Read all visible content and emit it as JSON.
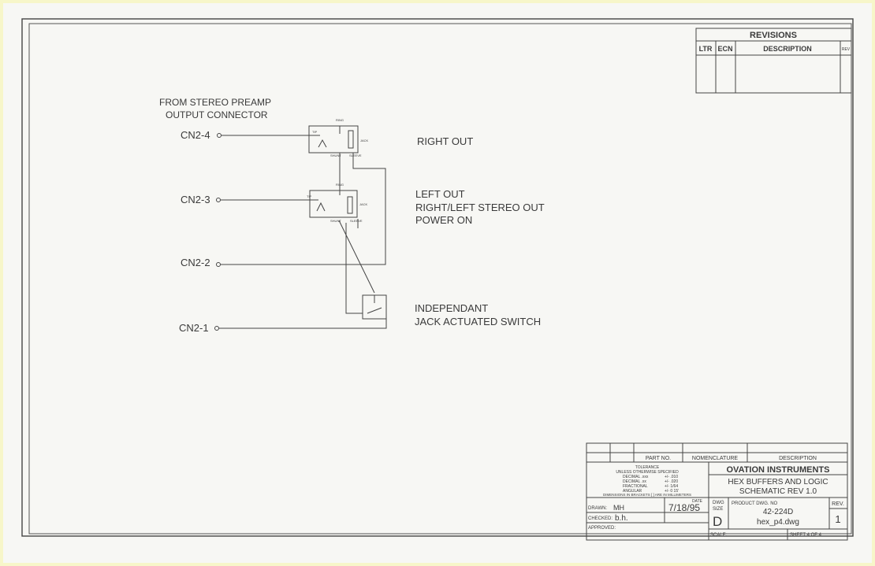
{
  "source": {
    "line1": "FROM STEREO PREAMP",
    "line2": "OUTPUT CONNECTOR"
  },
  "pins": [
    {
      "label": "CN2-4"
    },
    {
      "label": "CN2-3"
    },
    {
      "label": "CN2-2"
    },
    {
      "label": "CN2-1"
    }
  ],
  "jack_labels": {
    "ring": "RING",
    "tip": "TIP",
    "jack": "JACK",
    "shunt": "SHUNT",
    "sleeve": "SLEEVE"
  },
  "annotations": {
    "right_out": "RIGHT OUT",
    "left_out": "LEFT OUT",
    "stereo_out": "RIGHT/LEFT STEREO OUT",
    "power_on": "POWER ON",
    "switch_line1": "INDEPENDANT",
    "switch_line2": "JACK ACTUATED SWITCH"
  },
  "revisions": {
    "title": "REVISIONS",
    "cols": [
      "LTR",
      "ECN",
      "DESCRIPTION",
      "REV"
    ]
  },
  "title_block": {
    "part_no": "PART NO.",
    "nomenclature": "NOMENCLATURE",
    "description": "DESCRIPTION",
    "tolerance": {
      "title": "TOLERANCE",
      "subtitle": "UNLESS OTHERWISE SPECIFIED",
      "rows": [
        {
          "label": "DECIMAL  .xxx",
          "value": "+/- .010"
        },
        {
          "label": "DECIMAL  .xx",
          "value": "+/- .020"
        },
        {
          "label": "FRACTIONAL",
          "value": "+/- 1/64"
        },
        {
          "label": "ANGULAR",
          "value": "+/- 0 15'"
        }
      ],
      "note": "DIMENSIONS IN BRACKETS [ ] ARE IN MILLIMETERS"
    },
    "company": "OVATION INSTRUMENTS",
    "title_line1": "HEX BUFFERS AND LOGIC",
    "title_line2": "SCHEMATIC REV 1.0",
    "drawn_label": "DRAWN:",
    "drawn_value": "MH",
    "date_label": "DATE",
    "date_value": "7/18/95",
    "checked_label": "CHECKED:",
    "checked_value": "b.h.",
    "approved_label": "APPROVED:",
    "dwg_size_label1": "DWG",
    "dwg_size_label2": "SIZE",
    "dwg_size_value": "D",
    "product_dwg_label": "PRODUCT DWG. NO",
    "product_dwg_no": "42-224D",
    "file_name": "hex_p4.dwg",
    "rev_label": "REV.",
    "rev_value": "1",
    "scale_label": "SCALE:",
    "sheet_label": "SHEET 4 OF 4"
  }
}
